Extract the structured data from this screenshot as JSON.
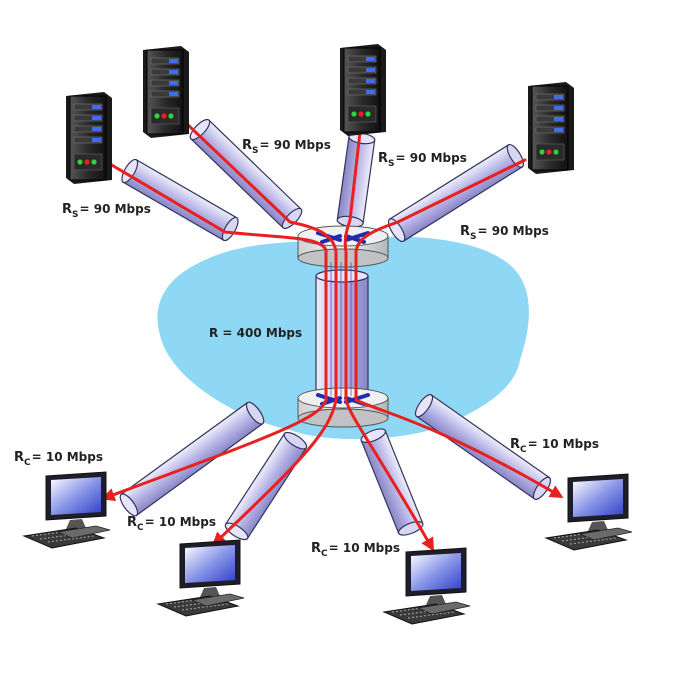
{
  "links": {
    "server_1": {
      "symbol": "R",
      "subscript": "S",
      "rate": "= 90 Mbps"
    },
    "server_2": {
      "symbol": "R",
      "subscript": "S",
      "rate": "= 90 Mbps"
    },
    "server_3": {
      "symbol": "R",
      "subscript": "S",
      "rate": "= 90 Mbps"
    },
    "server_4": {
      "symbol": "R",
      "subscript": "S",
      "rate": "= 90 Mbps"
    },
    "backbone": {
      "text": "R = 400 Mbps"
    },
    "client_1": {
      "symbol": "R",
      "subscript": "C",
      "rate": "= 10 Mbps"
    },
    "client_2": {
      "symbol": "R",
      "subscript": "C",
      "rate": "= 10 Mbps"
    },
    "client_3": {
      "symbol": "R",
      "subscript": "C",
      "rate": "= 10 Mbps"
    },
    "client_4": {
      "symbol": "R",
      "subscript": "C",
      "rate": "= 10 Mbps"
    }
  },
  "colors": {
    "cloud": "#8fd8f5",
    "flow": "#e8201f",
    "pipe": "#c9c8ee",
    "pipe_outline": "#33335a",
    "router_blue": "#1f2bb0",
    "server_body": "#2d2d2d",
    "monitor_screen": "#6a7de0"
  },
  "icons": {
    "server": "server-tower-icon",
    "client": "desktop-computer-icon",
    "router": "router-icon"
  }
}
